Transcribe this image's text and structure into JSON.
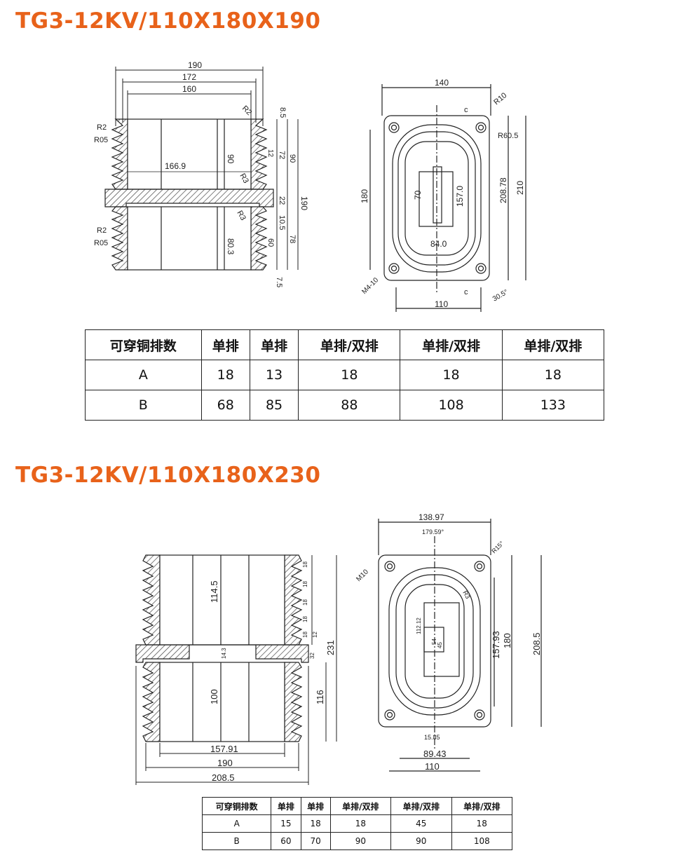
{
  "sections": [
    {
      "title": "TG3-12KV/110X180X190",
      "side_view": {
        "dims": [
          "190",
          "172",
          "160",
          "166.9",
          "90",
          "80.3",
          "190",
          "90",
          "72",
          "78",
          "8.5",
          "7.5",
          "22",
          "12",
          "10.5",
          "60"
        ],
        "radii": [
          "R2",
          "R05",
          "R2",
          "R05",
          "R2",
          "R3",
          "R3"
        ]
      },
      "top_view": {
        "dims": [
          "140",
          "110",
          "180",
          "208.78",
          "210",
          "157.0",
          "70",
          "84.0",
          "c",
          "c"
        ],
        "notes": [
          "R10",
          "R60.5",
          "M4-10",
          "30.5°"
        ]
      },
      "table": {
        "headers": [
          "可穿铜排数",
          "单排",
          "单排",
          "单排/双排",
          "单排/双排",
          "单排/双排"
        ],
        "rows": [
          [
            "A",
            "18",
            "13",
            "18",
            "18",
            "18"
          ],
          [
            "B",
            "68",
            "85",
            "88",
            "108",
            "133"
          ]
        ]
      }
    },
    {
      "title": "TG3-12KV/110X180X230",
      "side_view": {
        "dims": [
          "114.5",
          "100",
          "231",
          "116",
          "157.91",
          "190",
          "208.5",
          "14.3",
          "18",
          "18",
          "18",
          "18",
          "18",
          "32",
          "12"
        ]
      },
      "top_view": {
        "dims": [
          "138.97",
          "179.59°",
          "157.93",
          "180",
          "208.5",
          "89.43",
          "110",
          "112.12",
          "54",
          "45"
        ],
        "notes": [
          "M10",
          "R15°",
          "R3",
          "15.85"
        ]
      },
      "table": {
        "headers": [
          "可穿铜排数",
          "单排",
          "单排",
          "单排/双排",
          "单排/双排",
          "单排/双排"
        ],
        "rows": [
          [
            "A",
            "15",
            "18",
            "18",
            "45",
            "18"
          ],
          [
            "B",
            "60",
            "70",
            "90",
            "90",
            "108"
          ]
        ]
      }
    }
  ],
  "colors": {
    "title": "#e8621a",
    "line": "#222222",
    "hatch": "#444444"
  }
}
